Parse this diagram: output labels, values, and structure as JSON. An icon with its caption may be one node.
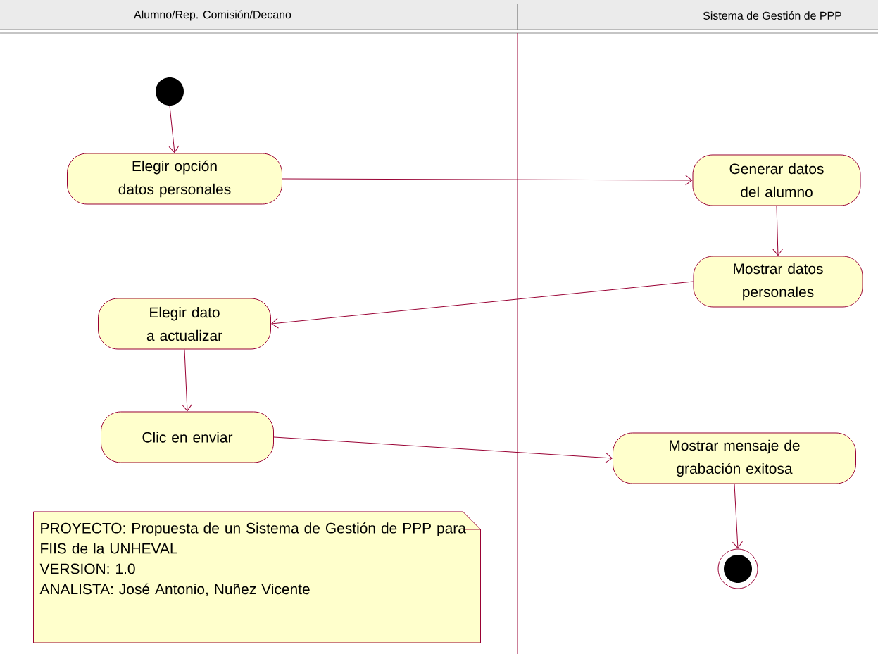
{
  "diagram": {
    "nodes": [
      {
        "text": [],
        "shape": "circle"
      },
      {
        "text": [
          "Elegir opción datos personales"
        ]
      },
      {
        "text": [
          "Generar datos del alumno"
        ]
      },
      {
        "text": [
          "Mostrar datos personales"
        ]
      },
      {
        "text": [
          "Elegir dato a actualizar"
        ]
      },
      {
        "text": [
          "Clic en enviar"
        ]
      },
      {
        "text": [
          "Mostrar mensaje de grabación exitosa"
        ]
      },
      {
        "text": [],
        "shape": "circle"
      },
      {
        "text": [
          "PROYECTO: Propuesta de un Sistema de Gestión de PPP para FIIS de la UNHEVAL",
          "VERSION: 1.0",
          "ANALISTA: José Antonio, Nuñez Vicente"
        ]
      }
    ],
    "edges": [
      {
        "from": 0,
        "to": 1,
        "arrow": "to"
      },
      {
        "from": 1,
        "to": 2,
        "arrow": "to"
      },
      {
        "from": 2,
        "to": 3,
        "arrow": "to"
      },
      {
        "from": 3,
        "to": 4,
        "arrow": "to"
      },
      {
        "from": 4,
        "to": 5,
        "arrow": "to"
      },
      {
        "from": 5,
        "to": 6,
        "arrow": "to"
      },
      {
        "from": 6,
        "to": 7,
        "arrow": "to"
      }
    ],
    "labels": [
      "Alumno/Rep. Comisión/Decano",
      "Sistema de Gestión de PPP"
    ]
  }
}
